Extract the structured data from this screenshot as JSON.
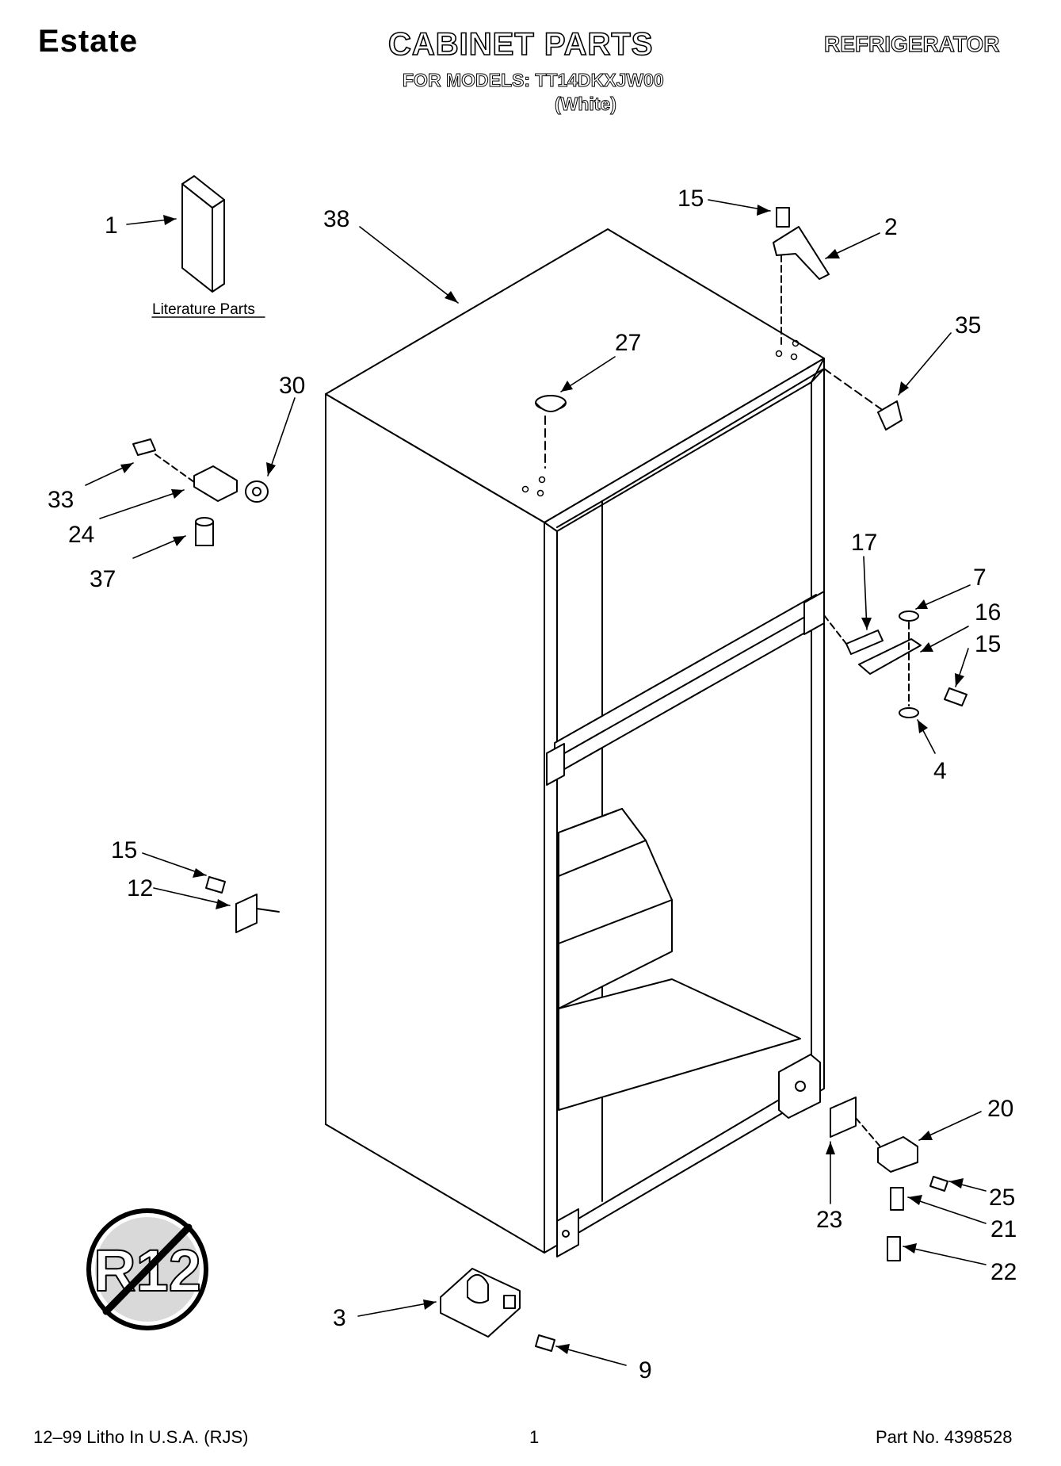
{
  "header": {
    "brand": "Estate",
    "title": "CABINET PARTS",
    "models": "FOR MODELS: TT14DKXJW00",
    "color_note": "(White)",
    "appliance": "REFRIGERATOR"
  },
  "literature_label": "Literature Parts",
  "logo_text": "R12",
  "callouts": [
    "1",
    "38",
    "15",
    "2",
    "35",
    "27",
    "30",
    "33",
    "24",
    "37",
    "17",
    "7",
    "16",
    "15",
    "4",
    "15",
    "12",
    "20",
    "23",
    "25",
    "21",
    "22",
    "3",
    "9"
  ],
  "footer": {
    "litho": "12–99 Litho In U.S.A. (RJS)",
    "page": "1",
    "part_no": "Part No. 4398528"
  }
}
